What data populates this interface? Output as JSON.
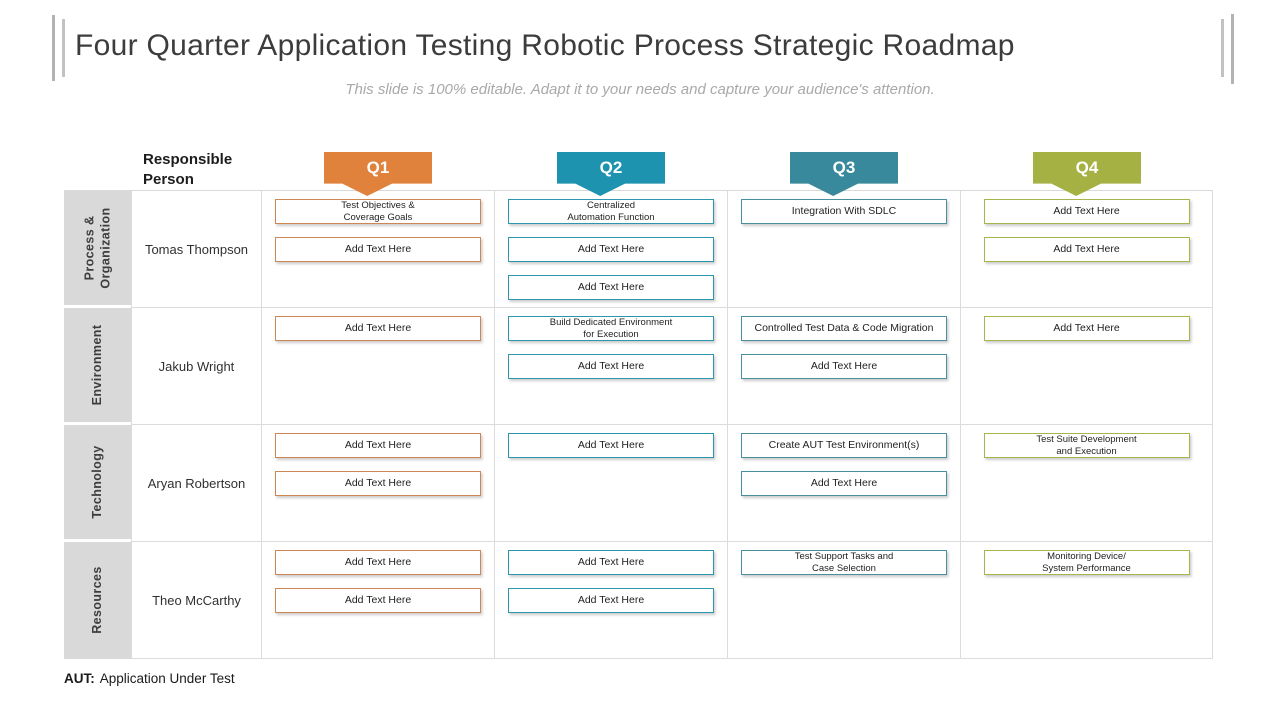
{
  "slide": {
    "title": "Four Quarter Application Testing Robotic Process Strategic Roadmap",
    "subtitle": "This slide is 100% editable. Adapt it to your needs and capture your audience's attention.",
    "footer": {
      "abbreviation": "AUT:",
      "definition": "Application Under Test"
    }
  },
  "table": {
    "person_header": "Responsible Person",
    "quarters": [
      {
        "label": "Q1",
        "banner_color": "#E0813C",
        "box_border": "#CE8754"
      },
      {
        "label": "Q2",
        "banner_color": "#1E93AF",
        "box_border": "#2B96AE"
      },
      {
        "label": "Q3",
        "banner_color": "#38899B",
        "box_border": "#4A8FA0"
      },
      {
        "label": "Q4",
        "banner_color": "#A5B243",
        "box_border": "#A8B44E"
      }
    ],
    "rows": [
      {
        "category": "Process & Organization",
        "person": "Tomas Thompson",
        "cells": [
          [
            "Test Objectives &\nCoverage Goals",
            "Add Text Here"
          ],
          [
            "Centralized\nAutomation Function",
            "Add Text Here",
            "Add Text Here"
          ],
          [
            "Integration With SDLC"
          ],
          [
            "Add Text Here",
            "Add Text Here"
          ]
        ]
      },
      {
        "category": "Environment",
        "person": "Jakub Wright",
        "cells": [
          [
            "Add Text Here"
          ],
          [
            "Build Dedicated Environment\nfor Execution",
            "Add Text Here"
          ],
          [
            "Controlled Test Data & Code Migration",
            "Add Text Here"
          ],
          [
            "Add Text Here"
          ]
        ]
      },
      {
        "category": "Technology",
        "person": "Aryan Robertson",
        "cells": [
          [
            "Add Text Here",
            "Add Text Here"
          ],
          [
            "Add Text Here"
          ],
          [
            "Create AUT Test Environment(s)",
            "Add Text Here"
          ],
          [
            "Test Suite Development\nand Execution"
          ]
        ]
      },
      {
        "category": "Resources",
        "person": "Theo McCarthy",
        "cells": [
          [
            "Add Text Here",
            "Add Text Here"
          ],
          [
            "Add Text Here",
            "Add Text Here"
          ],
          [
            "Test Support Tasks and\nCase Selection"
          ],
          [
            "Monitoring Device/\nSystem Performance"
          ]
        ]
      }
    ]
  }
}
